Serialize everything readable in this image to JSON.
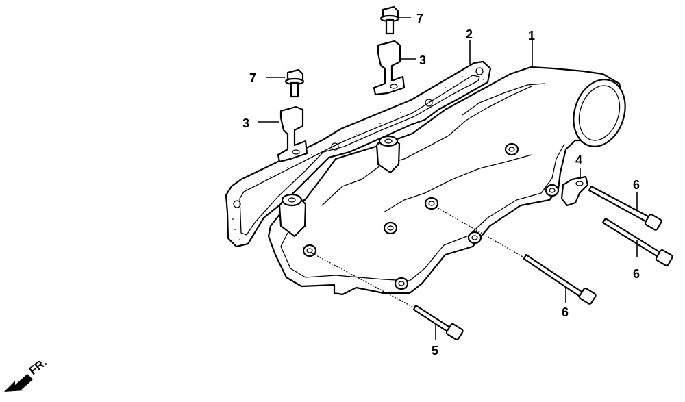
{
  "callouts": {
    "c1": "1",
    "c2": "2",
    "c3a": "3",
    "c3b": "3",
    "c4": "4",
    "c5": "5",
    "c6a": "6",
    "c6b": "6",
    "c6c": "6",
    "c7a": "7",
    "c7b": "7"
  },
  "direction_label": "FR."
}
